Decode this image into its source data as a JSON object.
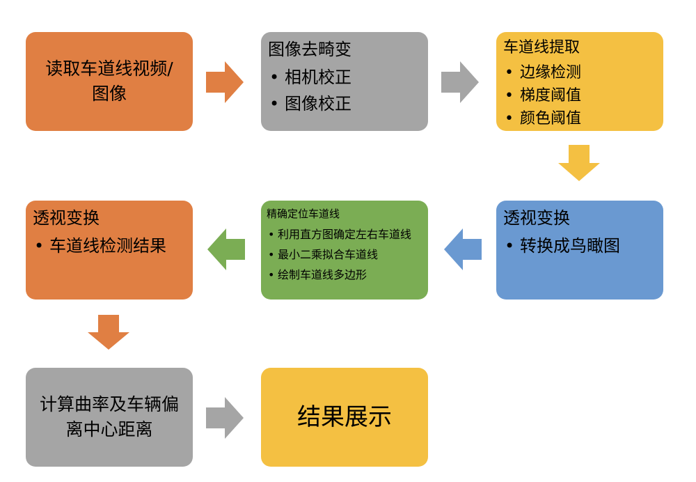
{
  "nodes": {
    "read": {
      "lines": [
        "读取车道线视频/",
        "图像"
      ]
    },
    "undistort": {
      "title": "图像去畸变",
      "items": [
        "相机校正",
        "图像校正"
      ]
    },
    "extract": {
      "title": "车道线提取",
      "items": [
        "边缘检测",
        "梯度阈值",
        "颜色阈值"
      ]
    },
    "perspective1": {
      "title": "透视变换",
      "items": [
        "转换成鸟瞰图"
      ]
    },
    "locate": {
      "title": "精确定位车道线",
      "items": [
        "利用直方图确定左右车道线",
        "最小二乘拟合车道线",
        "绘制车道线多边形"
      ]
    },
    "perspective2": {
      "title": "透视变换",
      "items": [
        "车道线检测结果"
      ]
    },
    "compute": {
      "lines": [
        "计算曲率及车辆偏",
        "离中心距离"
      ]
    },
    "result": {
      "label": "结果展示"
    }
  },
  "colors": {
    "orange": "#e07f43",
    "gray": "#a5a5a5",
    "yellow": "#f4c042",
    "green": "#7bad54",
    "blue": "#6a99d1"
  }
}
